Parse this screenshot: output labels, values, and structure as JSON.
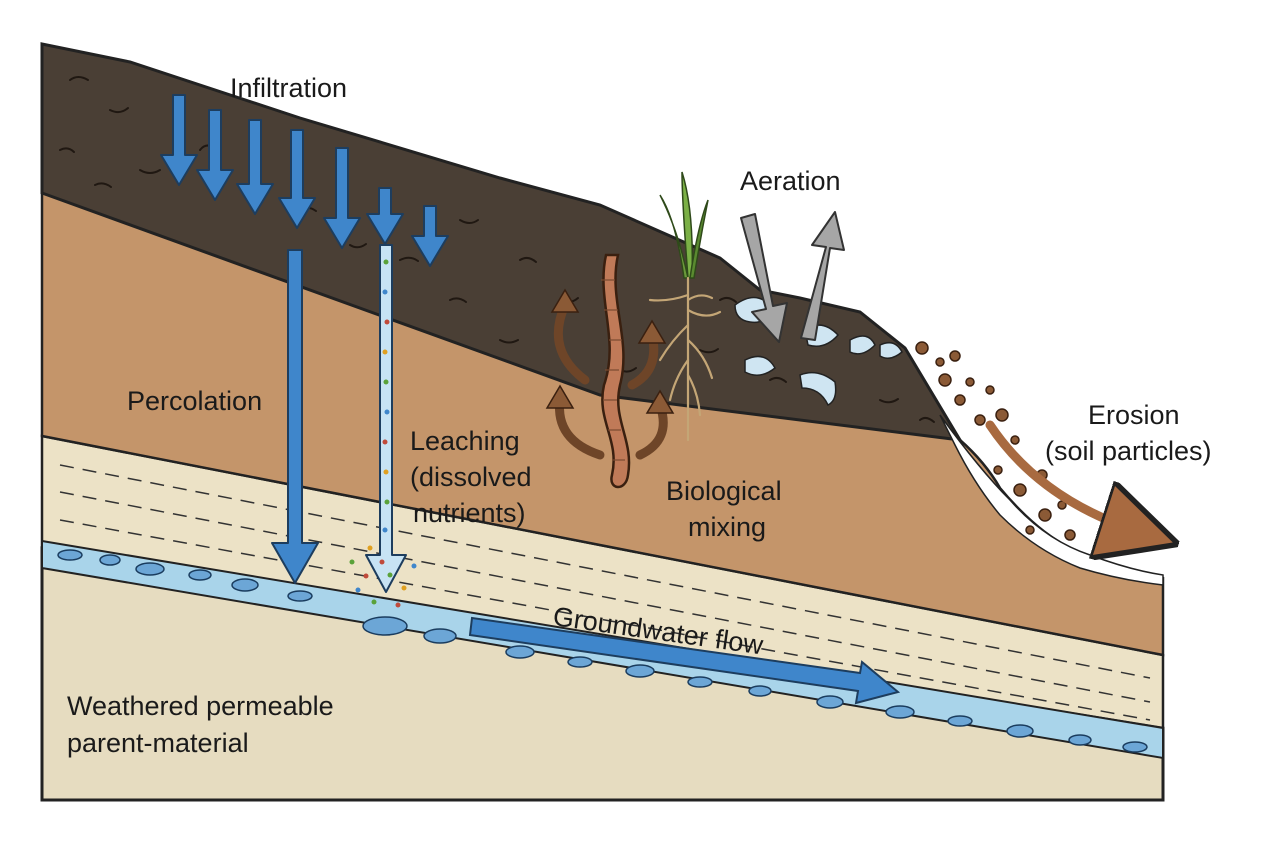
{
  "labels": {
    "infiltration": "Infiltration",
    "percolation": "Percolation",
    "leaching_1": "Leaching",
    "leaching_2": "(dissolved",
    "leaching_3": "nutrients)",
    "aeration": "Aeration",
    "biological_1": "Biological",
    "biological_2": "mixing",
    "erosion_1": "Erosion",
    "erosion_2": "(soil particles)",
    "groundwater": "Groundwater flow",
    "parent_1": "Weathered permeable",
    "parent_2": "parent-material"
  },
  "colors": {
    "topsoil": "#4a3f35",
    "subsoil": "#c4956a",
    "sand_layer": "#ece2c6",
    "parent_material": "#e6dcc0",
    "groundwater": "#a9d4ea",
    "water_arrow": "#3f86cb",
    "air_arrow": "#a6a6a6",
    "bio_arrow": "#8b5a36",
    "worm": "#c07a58",
    "plant": "#6a9a3a",
    "outline": "#222222"
  }
}
